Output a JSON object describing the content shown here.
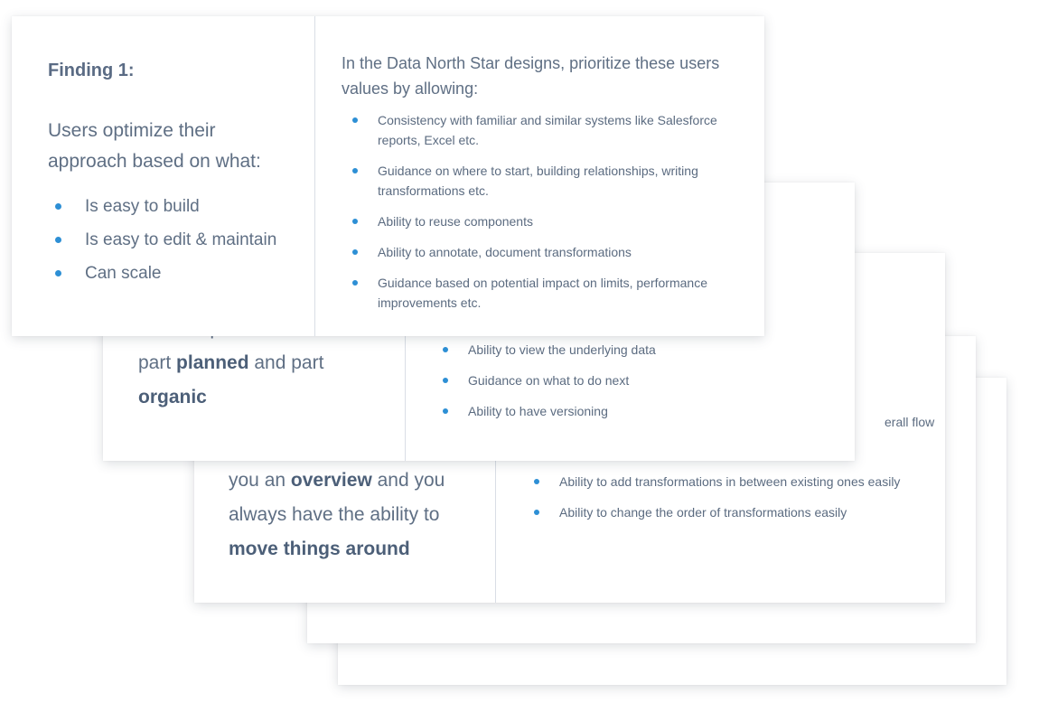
{
  "card5": {},
  "card4": {},
  "card3": {
    "left_lines": [
      {
        "prefix": "you an ",
        "bold": "overview",
        "suffix": " and you"
      },
      {
        "text": "always have the ability to"
      },
      {
        "bold": "move things around"
      }
    ],
    "right_partial": "erall flow",
    "bullets": [
      "Ability to add transformations in between existing ones easily",
      "Ability to change the order of transformations easily"
    ]
  },
  "card2": {
    "left_top_partial": "iterative process that is",
    "left_lines": [
      {
        "prefix": "part ",
        "bold": "planned",
        "suffix": " and part"
      },
      {
        "bold": "organic"
      }
    ],
    "bullets": [
      "Ability to view the underlying data",
      "Guidance on what to do next",
      "Ability to have versioning"
    ]
  },
  "card1": {
    "title": "Finding 1:",
    "statement_line1": "Users optimize their",
    "statement_line2": "approach based on what:",
    "left_bullets": [
      "Is easy to build",
      "Is easy to edit & maintain",
      "Can scale"
    ],
    "right_heading": "In the Data North Star designs, prioritize these users values by allowing:",
    "right_bullets": [
      "Consistency with familiar and similar systems like Salesforce reports, Excel etc.",
      "Guidance on where to start, building relationships, writing transformations etc.",
      "Ability to reuse components",
      "Ability to annotate, document transformations",
      "Guidance based on potential impact on limits, performance improvements etc."
    ]
  }
}
